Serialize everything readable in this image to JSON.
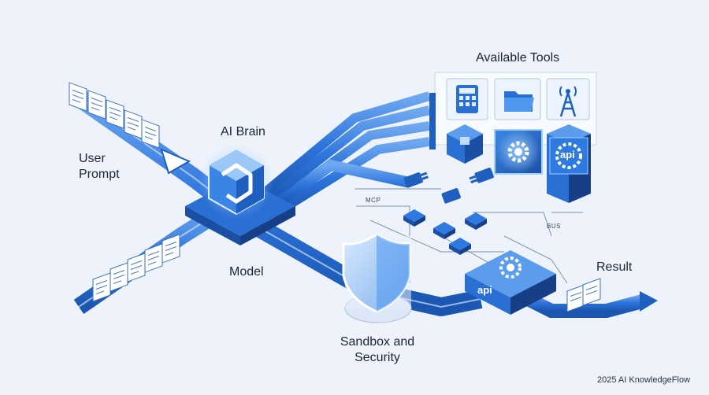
{
  "labels": {
    "user_prompt_line1": "User",
    "user_prompt_line2": "Prompt",
    "ai_brain": "AI Brain",
    "model": "Model",
    "available_tools": "Available Tools",
    "mcp": "MCP",
    "bus": "BUS",
    "sandbox_line1": "Sandbox and",
    "sandbox_line2": "Security",
    "result": "Result",
    "api_cube": "api",
    "api_gateway": "api"
  },
  "tools": [
    "calculator-icon",
    "folder-icon",
    "radio-tower-icon",
    "cube-icon",
    "gear-icon",
    "api-gear-icon"
  ],
  "credit": "2025 AI KnowledgeFlow",
  "colors": {
    "pipe_dark": "#1f5fbf",
    "pipe_mid": "#2f7ae0",
    "pipe_light": "#8ab8f2",
    "accent": "#4f97ef",
    "background": "#eef3fb"
  }
}
